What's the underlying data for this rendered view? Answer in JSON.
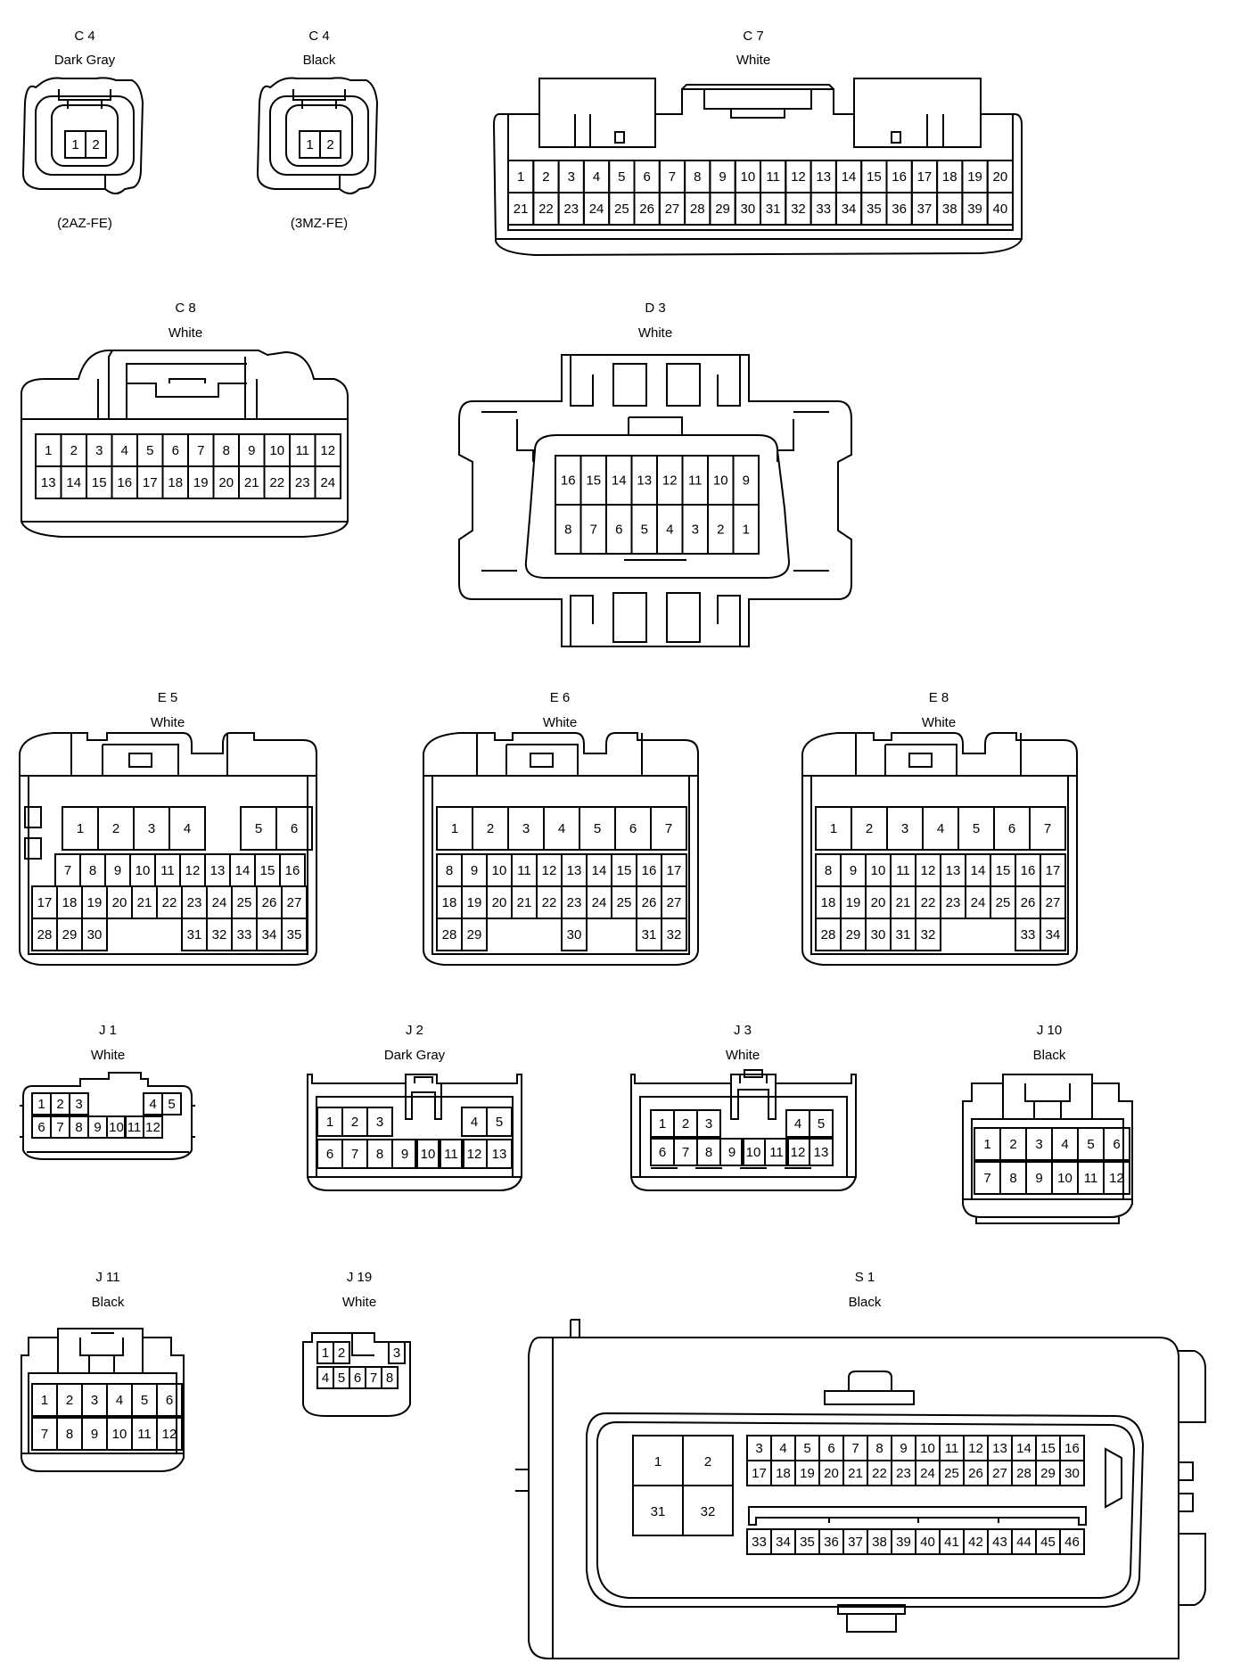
{
  "connectors": [
    {
      "id": "C4a",
      "code": "C 4",
      "color": "Dark Gray",
      "note": "(2AZ-FE)",
      "rows": [
        [
          "1",
          "2"
        ]
      ]
    },
    {
      "id": "C4b",
      "code": "C 4",
      "color": "Black",
      "note": "(3MZ-FE)",
      "rows": [
        [
          "1",
          "2"
        ]
      ]
    },
    {
      "id": "C7",
      "code": "C 7",
      "color": "White",
      "rows": [
        [
          "1",
          "2",
          "3",
          "4",
          "5",
          "6",
          "7",
          "8",
          "9",
          "10",
          "11",
          "12",
          "13",
          "14",
          "15",
          "16",
          "17",
          "18",
          "19",
          "20"
        ],
        [
          "21",
          "22",
          "23",
          "24",
          "25",
          "26",
          "27",
          "28",
          "29",
          "30",
          "31",
          "32",
          "33",
          "34",
          "35",
          "36",
          "37",
          "38",
          "39",
          "40"
        ]
      ]
    },
    {
      "id": "C8",
      "code": "C 8",
      "color": "White",
      "rows": [
        [
          "1",
          "2",
          "3",
          "4",
          "5",
          "6",
          "7",
          "8",
          "9",
          "10",
          "11",
          "12"
        ],
        [
          "13",
          "14",
          "15",
          "16",
          "17",
          "18",
          "19",
          "20",
          "21",
          "22",
          "23",
          "24"
        ]
      ]
    },
    {
      "id": "D3",
      "code": "D 3",
      "color": "White",
      "rows": [
        [
          "16",
          "15",
          "14",
          "13",
          "12",
          "11",
          "10",
          "9"
        ],
        [
          "8",
          "7",
          "6",
          "5",
          "4",
          "3",
          "2",
          "1"
        ]
      ]
    },
    {
      "id": "E5",
      "code": "E 5",
      "color": "White",
      "rows": [
        [
          "1",
          "2",
          "3",
          "4",
          "",
          "5",
          "6"
        ],
        [
          "7",
          "8",
          "9",
          "10",
          "11",
          "12",
          "13",
          "14",
          "15",
          "16"
        ],
        [
          "17",
          "18",
          "19",
          "20",
          "21",
          "22",
          "23",
          "24",
          "25",
          "26",
          "27"
        ],
        [
          "28",
          "29",
          "30",
          "",
          "31",
          "32",
          "33",
          "34",
          "35"
        ]
      ]
    },
    {
      "id": "E6",
      "code": "E 6",
      "color": "White",
      "rows": [
        [
          "1",
          "2",
          "3",
          "4",
          "5",
          "6",
          "7"
        ],
        [
          "8",
          "9",
          "10",
          "11",
          "12",
          "13",
          "14",
          "15",
          "16",
          "17"
        ],
        [
          "18",
          "19",
          "20",
          "21",
          "22",
          "23",
          "24",
          "25",
          "26",
          "27"
        ],
        [
          "28",
          "29",
          "",
          "30",
          "",
          "31",
          "32"
        ]
      ]
    },
    {
      "id": "E8",
      "code": "E 8",
      "color": "White",
      "rows": [
        [
          "1",
          "2",
          "3",
          "4",
          "5",
          "6",
          "7"
        ],
        [
          "8",
          "9",
          "10",
          "11",
          "12",
          "13",
          "14",
          "15",
          "16",
          "17"
        ],
        [
          "18",
          "19",
          "20",
          "21",
          "22",
          "23",
          "24",
          "25",
          "26",
          "27"
        ],
        [
          "28",
          "29",
          "30",
          "31",
          "32",
          "",
          "33",
          "34"
        ]
      ]
    },
    {
      "id": "J1",
      "code": "J 1",
      "color": "White",
      "rows": [
        [
          "1",
          "2",
          "3",
          "",
          "4",
          "5"
        ],
        [
          "6",
          "7",
          "8",
          "9",
          "10",
          "11",
          "12"
        ]
      ]
    },
    {
      "id": "J2",
      "code": "J 2",
      "color": "Dark Gray",
      "rows": [
        [
          "1",
          "2",
          "3",
          "",
          "4",
          "5"
        ],
        [
          "6",
          "7",
          "8",
          "9",
          "10",
          "11",
          "12",
          "13"
        ]
      ]
    },
    {
      "id": "J3",
      "code": "J 3",
      "color": "White",
      "rows": [
        [
          "1",
          "2",
          "3",
          "",
          "4",
          "5"
        ],
        [
          "6",
          "7",
          "8",
          "9",
          "10",
          "11",
          "12",
          "13"
        ]
      ]
    },
    {
      "id": "J10",
      "code": "J 10",
      "color": "Black",
      "rows": [
        [
          "1",
          "2",
          "3",
          "4",
          "5",
          "6"
        ],
        [
          "7",
          "8",
          "9",
          "10",
          "11",
          "12"
        ]
      ]
    },
    {
      "id": "J11",
      "code": "J 11",
      "color": "Black",
      "rows": [
        [
          "1",
          "2",
          "3",
          "4",
          "5",
          "6"
        ],
        [
          "7",
          "8",
          "9",
          "10",
          "11",
          "12"
        ]
      ]
    },
    {
      "id": "J19",
      "code": "J 19",
      "color": "White",
      "rows": [
        [
          "1",
          "2",
          "",
          "3"
        ],
        [
          "4",
          "5",
          "6",
          "7",
          "8"
        ]
      ]
    },
    {
      "id": "S1",
      "code": "S 1",
      "color": "Black",
      "big": [
        [
          "1",
          "2"
        ],
        [
          "31",
          "32"
        ]
      ],
      "rows": [
        [
          "3",
          "4",
          "5",
          "6",
          "7",
          "8",
          "9",
          "10",
          "11",
          "12",
          "13",
          "14",
          "15",
          "16"
        ],
        [
          "17",
          "18",
          "19",
          "20",
          "21",
          "22",
          "23",
          "24",
          "25",
          "26",
          "27",
          "28",
          "29",
          "30"
        ],
        [
          "33",
          "34",
          "35",
          "36",
          "37",
          "38",
          "39",
          "40",
          "41",
          "42",
          "43",
          "44",
          "45",
          "46"
        ]
      ]
    }
  ]
}
